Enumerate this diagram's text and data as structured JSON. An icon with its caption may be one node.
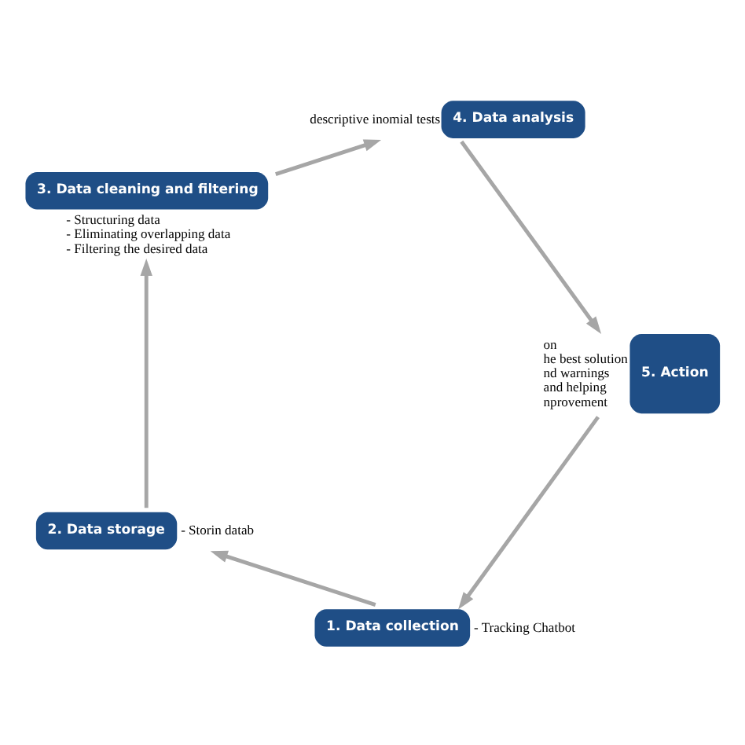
{
  "diagram": {
    "nodes": [
      {
        "text": [
          "1. Data collection"
        ],
        "beside": [
          "- Tracking Chatbot"
        ]
      },
      {
        "text": [
          "2. Data storage"
        ],
        "beside": [
          "- Storin datab"
        ]
      },
      {
        "text": [
          "3. Data cleaning and filtering"
        ],
        "beside": [
          "- Structuring data",
          "- Eliminating overlapping data",
          "- Filtering the desired data"
        ]
      },
      {
        "text": [
          "4. Data analysis"
        ],
        "beside": [
          "descriptive inomial tests"
        ]
      },
      {
        "text": [
          "5. Action"
        ],
        "beside": [
          "on",
          "he best solution",
          "nd warnings",
          "and helping",
          "nprovement"
        ]
      }
    ],
    "edges": [
      {
        "from": 0,
        "to": 1,
        "arrow": "to"
      },
      {
        "from": 1,
        "to": 2,
        "arrow": "to"
      },
      {
        "from": 2,
        "to": 3,
        "arrow": "to"
      },
      {
        "from": 3,
        "to": 4,
        "arrow": "to"
      },
      {
        "from": 4,
        "to": 0,
        "arrow": "to"
      }
    ]
  }
}
